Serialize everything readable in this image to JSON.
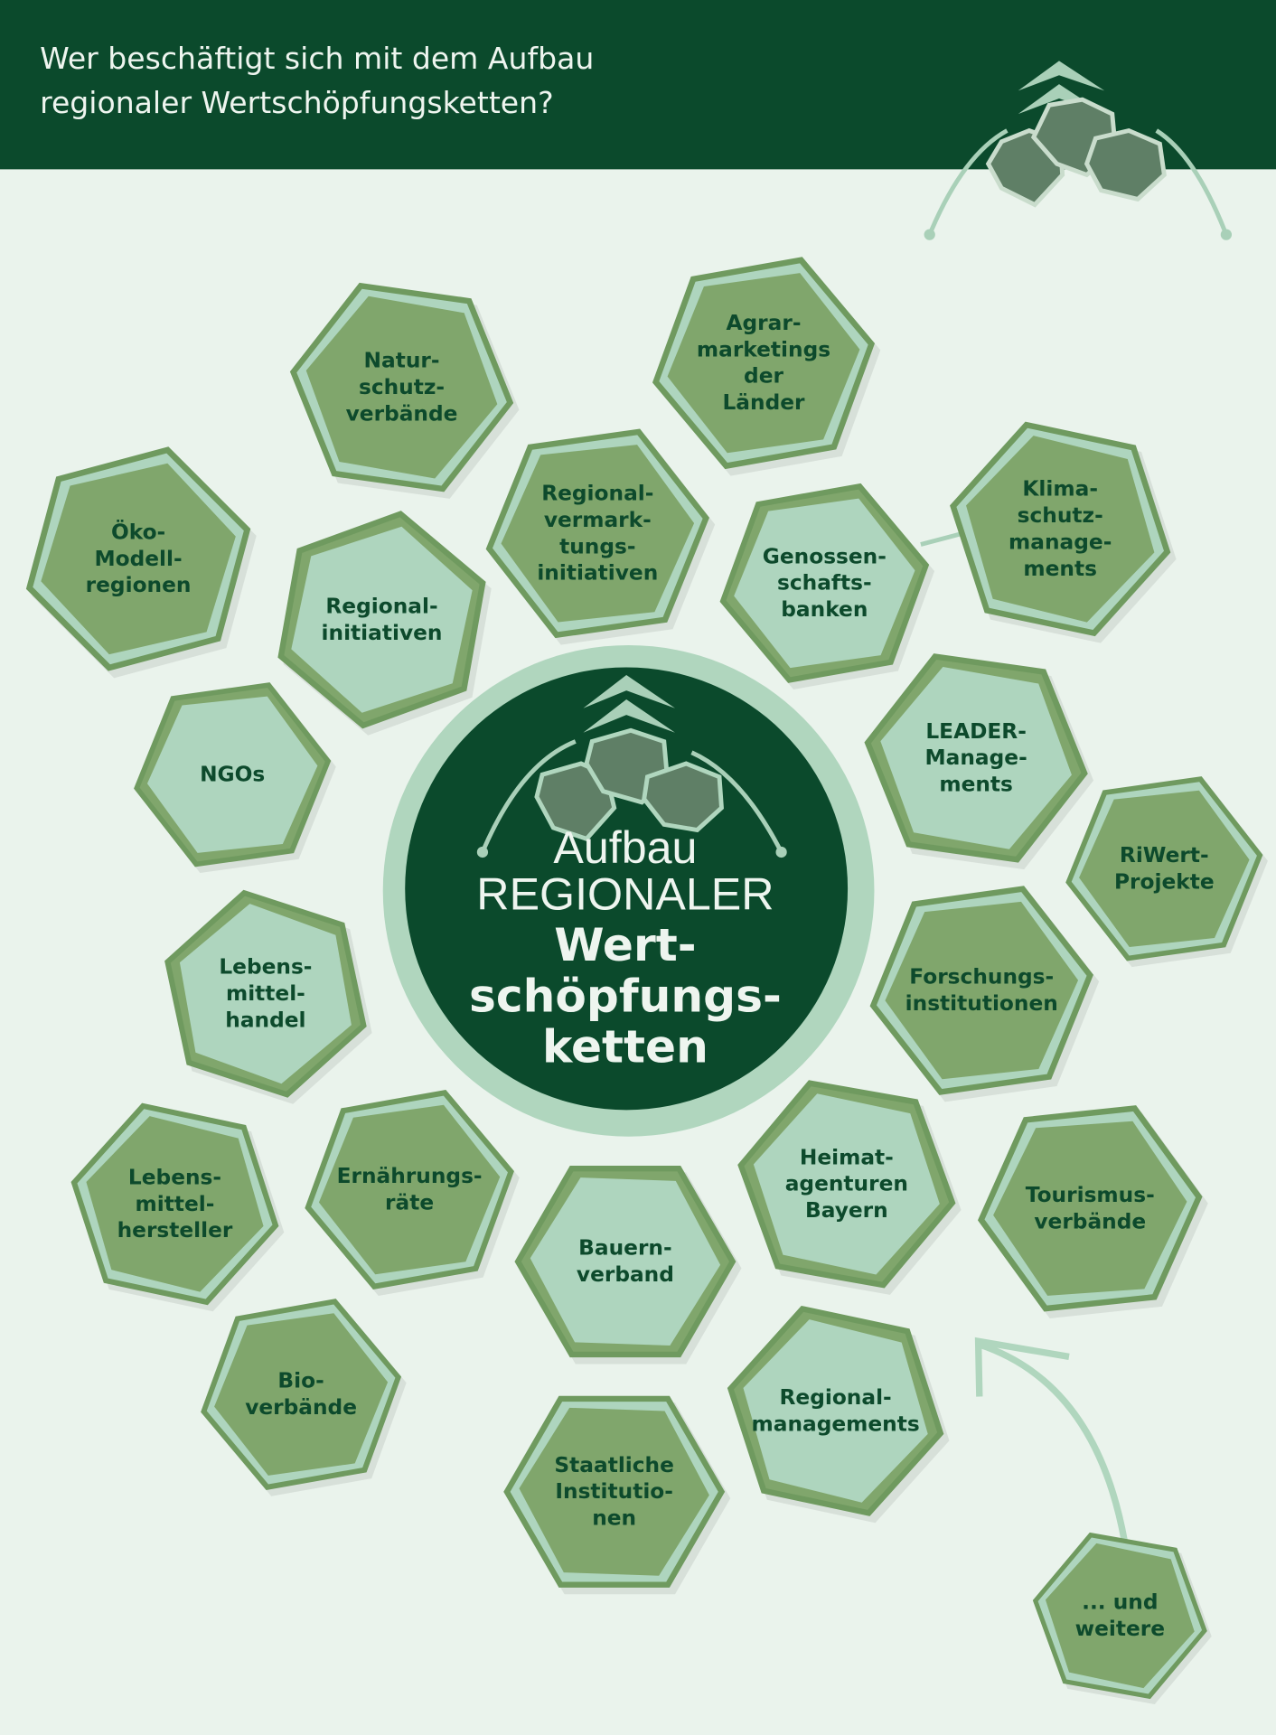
{
  "header": {
    "title": "Wer beschäftigt sich mit dem Aufbau\nregionaler Wertschöpfungsketten?"
  },
  "center": {
    "line1": "Aufbau",
    "line2": "REGIONALER",
    "line3": "Wert-\nschöpfungs-\nketten"
  },
  "colors": {
    "header": "#0b4a2c",
    "background": "#eaf3ec",
    "dark_hex": "#80a66c",
    "light_hex": "#aed5be",
    "text": "#0d4a2c"
  },
  "actors": [
    {
      "label": "Natur-\nschutz-\nverbände",
      "tone": "dark"
    },
    {
      "label": "Agrar-\nmarketings\nder\nLänder",
      "tone": "dark"
    },
    {
      "label": "Öko-\nModell-\nregionen",
      "tone": "dark"
    },
    {
      "label": "Regional-\nvermark-\ntungs-\ninitiativen",
      "tone": "dark"
    },
    {
      "label": "Genossen-\nschafts-\nbanken",
      "tone": "light"
    },
    {
      "label": "Klima-\nschutz-\nmanage-\nments",
      "tone": "dark"
    },
    {
      "label": "Regional-\ninitiativen",
      "tone": "light"
    },
    {
      "label": "NGOs",
      "tone": "light"
    },
    {
      "label": "LEADER-\nManage-\nments",
      "tone": "light"
    },
    {
      "label": "RiWert-\nProjekte",
      "tone": "dark"
    },
    {
      "label": "Lebens-\nmittel-\nhandel",
      "tone": "light"
    },
    {
      "label": "Forschungs-\ninstitutionen",
      "tone": "dark"
    },
    {
      "label": "Lebens-\nmittel-\nhersteller",
      "tone": "dark"
    },
    {
      "label": "Ernährungs-\nräte",
      "tone": "dark"
    },
    {
      "label": "Heimat-\nagenturen\nBayern",
      "tone": "light"
    },
    {
      "label": "Tourismus-\nverbände",
      "tone": "dark"
    },
    {
      "label": "Bauern-\nverband",
      "tone": "light"
    },
    {
      "label": "Bio-\nverbände",
      "tone": "dark"
    },
    {
      "label": "Regional-\nmanagements",
      "tone": "light"
    },
    {
      "label": "Staatliche\nInstitutio-\nnen",
      "tone": "dark"
    },
    {
      "label": "... und\nweitere",
      "tone": "dark"
    }
  ]
}
